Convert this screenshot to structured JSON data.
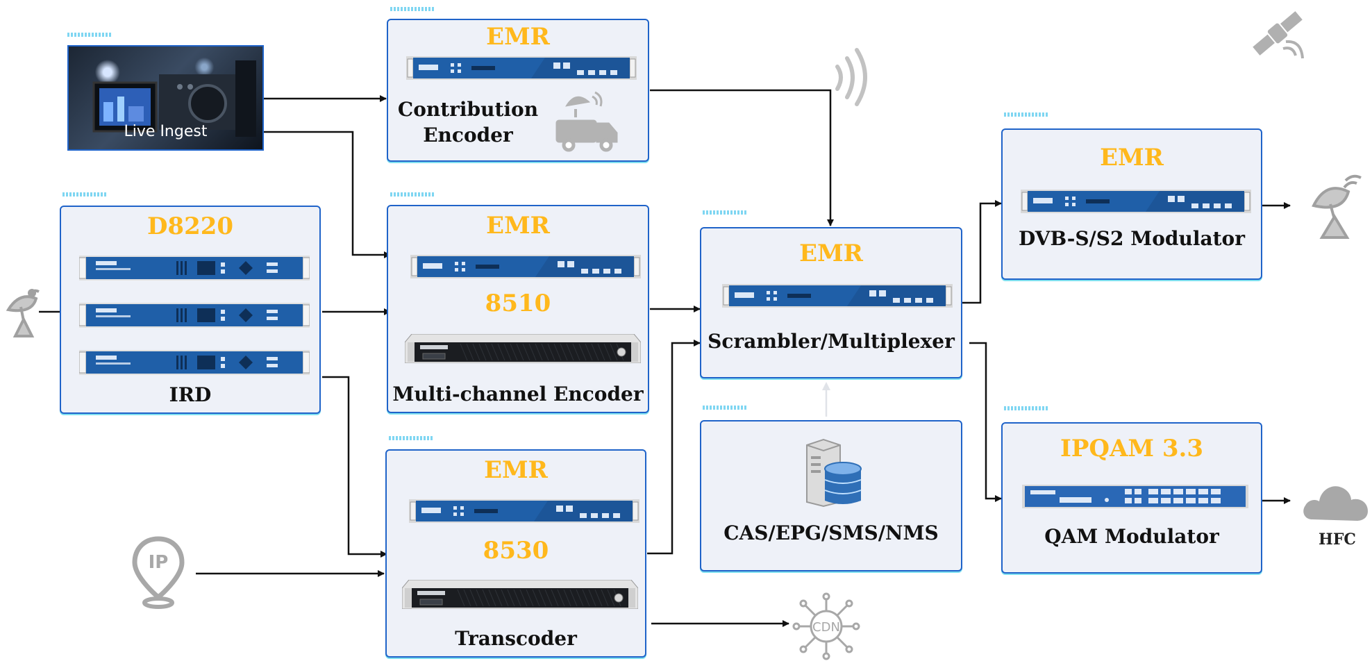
{
  "live_ingest": {
    "label": "Live Ingest"
  },
  "contribution": {
    "title": "EMR",
    "label_line1": "Contribution",
    "label_line2": "Encoder"
  },
  "ird": {
    "title": "D8220",
    "label": "IRD"
  },
  "multichannel": {
    "title": "EMR",
    "model": "8510",
    "label": "Multi-channel Encoder"
  },
  "scrambler": {
    "title": "EMR",
    "label": "Scrambler/Multiplexer"
  },
  "dvbs": {
    "title": "EMR",
    "label": "DVB-S/S2 Modulator"
  },
  "cas": {
    "label": "CAS/EPG/SMS/NMS"
  },
  "transcoder": {
    "title": "EMR",
    "model": "8530",
    "label": "Transcoder"
  },
  "qam": {
    "title": "IPQAM 3.3",
    "label": "QAM Modulator"
  },
  "icons": {
    "ip_text": "IP",
    "cdn_text": "CDN",
    "hfc_label": "HFC"
  },
  "colors": {
    "accent": "#ffb81c",
    "border": "#1f63c9",
    "box_fill": "#eef1f8",
    "device_blue": "#1f5fa8",
    "icon_gray": "#a9a9a9"
  }
}
